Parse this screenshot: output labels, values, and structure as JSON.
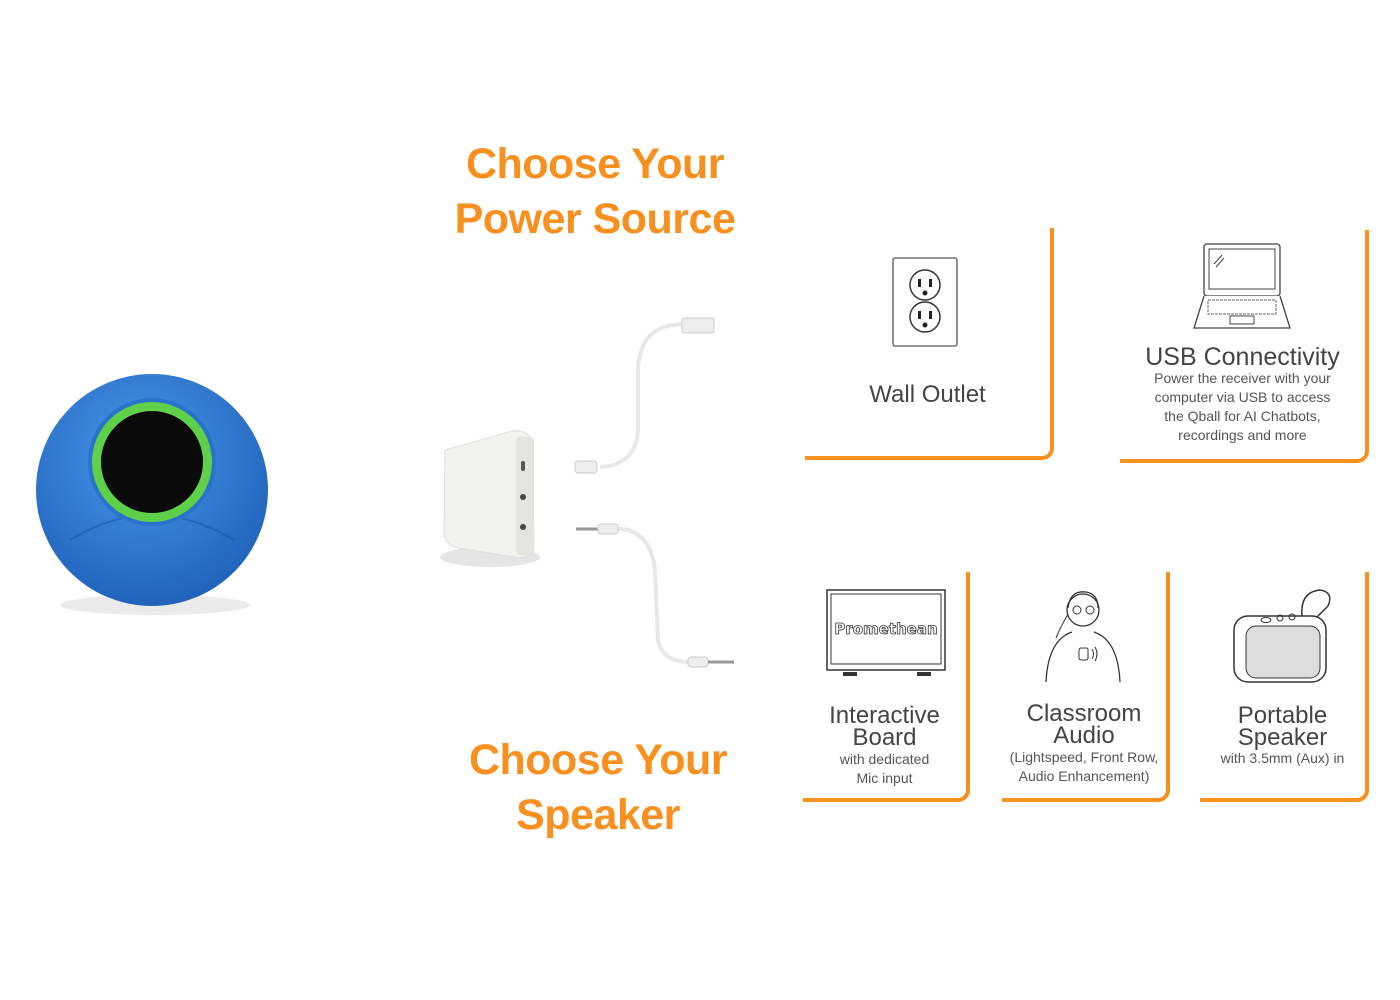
{
  "power_heading": {
    "line1": "Choose Your",
    "line2": "Power Source"
  },
  "speaker_heading": {
    "line1": "Choose Your",
    "line2": "Speaker"
  },
  "power_options": [
    {
      "title": "Wall Outlet",
      "icon": "wall-outlet-icon"
    },
    {
      "title": "USB Connectivity",
      "description": [
        "Power the receiver with your",
        "computer via USB to access",
        "the Qball for AI Chatbots,",
        "recordings and more"
      ],
      "icon": "laptop-icon"
    }
  ],
  "speaker_options": [
    {
      "title": [
        "Interactive",
        "Board"
      ],
      "description": [
        "with dedicated",
        "Mic input"
      ],
      "icon": "interactive-board-icon",
      "brand": "Promethean"
    },
    {
      "title": [
        "Classroom",
        "Audio"
      ],
      "description": [
        "(Lightspeed, Front Row,",
        "Audio Enhancement)"
      ],
      "icon": "teacher-mic-icon"
    },
    {
      "title": [
        "Portable",
        "Speaker"
      ],
      "description": [
        "with 3.5mm (Aux) in"
      ],
      "icon": "portable-speaker-icon"
    }
  ],
  "colors": {
    "accent": "#f7901e",
    "ball": "#2f7fd6",
    "ring": "#5fd04a"
  }
}
